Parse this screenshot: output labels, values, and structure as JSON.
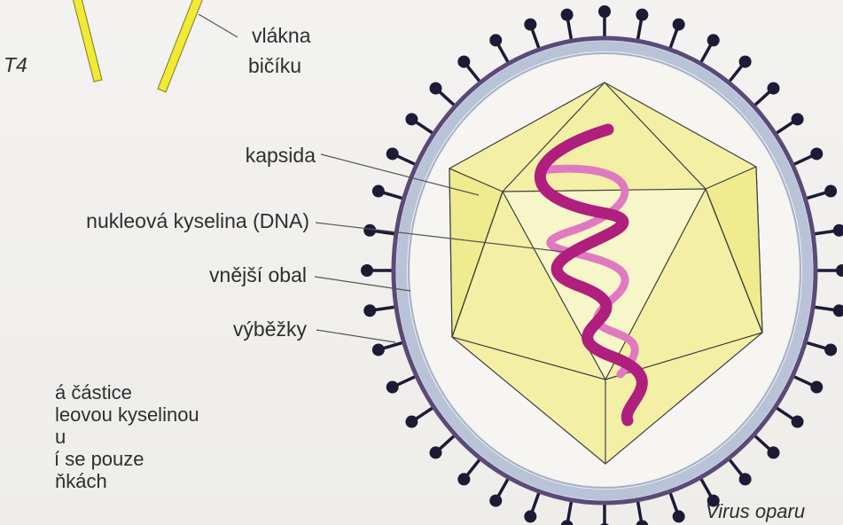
{
  "diagram": {
    "phage_label": "T4",
    "tail_fiber_label": [
      "vlákna",
      "bičíku"
    ],
    "part_labels": {
      "capsid": "kapsida",
      "nucleic_acid": "nukleová kyselina (DNA)",
      "envelope": "vnější obal",
      "spikes": "výběžky"
    },
    "description_lines": [
      "á částice",
      "leovou kyselinou",
      "u",
      "í se pouze",
      "ňkách"
    ],
    "virus_name": "Virus oparu",
    "colors": {
      "capsid_fill": "#f3f0a6",
      "capsid_light": "#f7f6c8",
      "dna_strand": "#b01e7e",
      "dna_strand_back": "#e07ac0",
      "envelope_outer": "#b9c3d8",
      "envelope_inner": "#a4b0c8",
      "envelope_ring": "#5b4a78",
      "spike": "#1e1a36",
      "tail_fiber": "#f1ea32",
      "leader_line": "#555555"
    }
  }
}
